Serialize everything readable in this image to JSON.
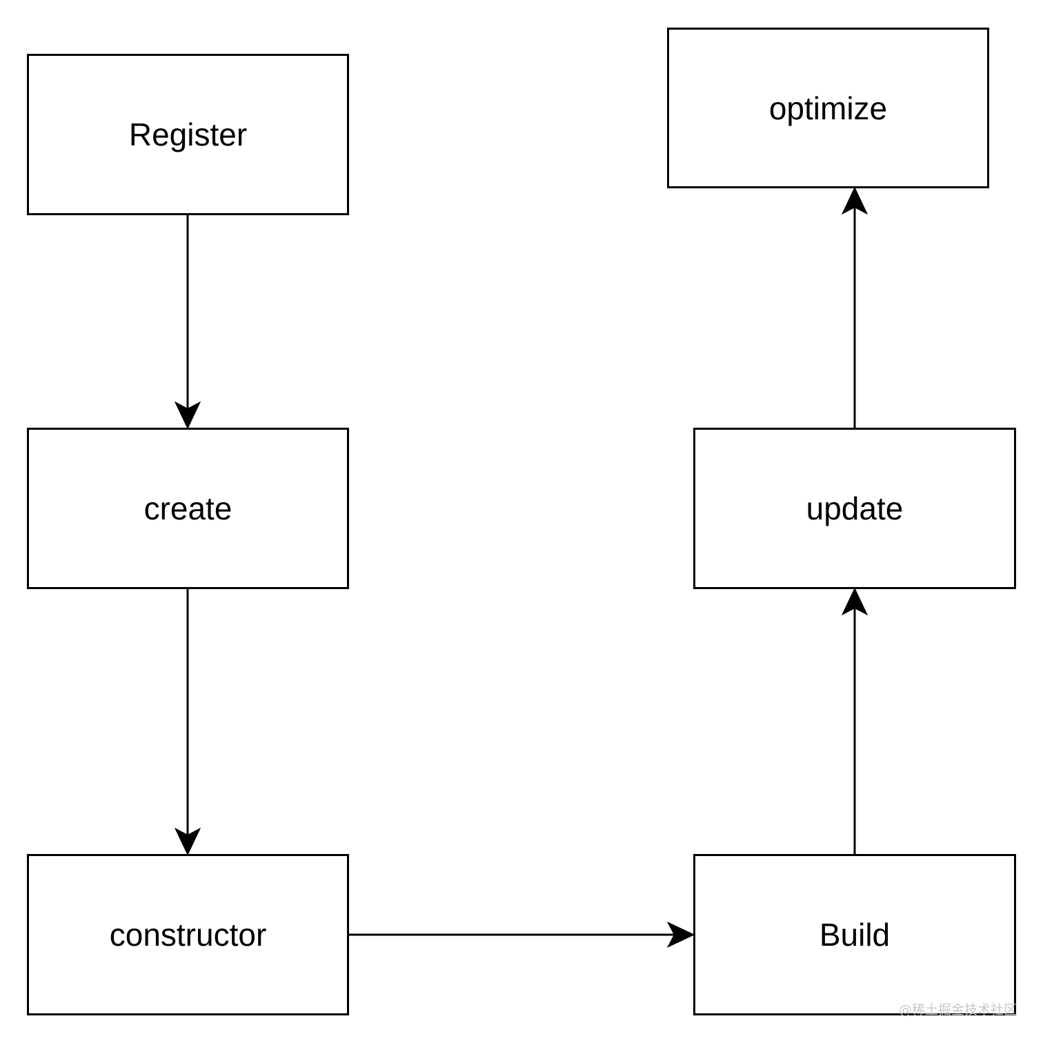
{
  "diagram": {
    "nodes": {
      "register": "Register",
      "create": "create",
      "constructor": "constructor",
      "build": "Build",
      "update": "update",
      "optimize": "optimize"
    },
    "edges": [
      {
        "from": "register",
        "to": "create"
      },
      {
        "from": "create",
        "to": "constructor"
      },
      {
        "from": "constructor",
        "to": "build"
      },
      {
        "from": "build",
        "to": "update"
      },
      {
        "from": "update",
        "to": "optimize"
      }
    ]
  },
  "watermark": "@稀土掘金技术社区",
  "colors": {
    "stroke": "#000000",
    "background": "#ffffff",
    "watermark": "#c8c8c8"
  }
}
